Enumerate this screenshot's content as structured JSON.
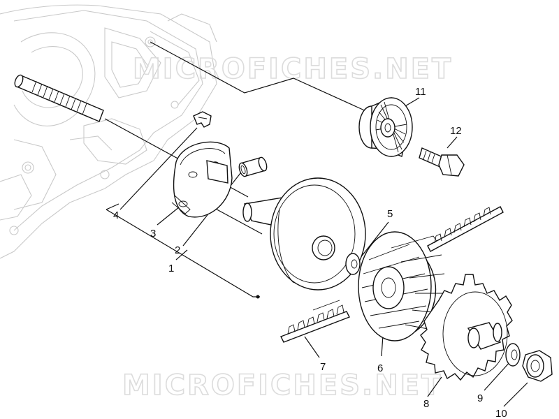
{
  "watermark": {
    "top": "MICROFICHES.NET",
    "bottom": "MICROFICHES.NET"
  },
  "callouts": {
    "c1": "1",
    "c2": "2",
    "c3": "3",
    "c4": "4",
    "c5": "5",
    "c6": "6",
    "c7": "7",
    "c8": "8",
    "c9": "9",
    "c10": "10",
    "c11": "11",
    "c12": "12"
  },
  "colors": {
    "line": "#111111",
    "ghost_casing": "#c9c9c9",
    "watermark": "#dcdcdc",
    "background": "#ffffff"
  }
}
